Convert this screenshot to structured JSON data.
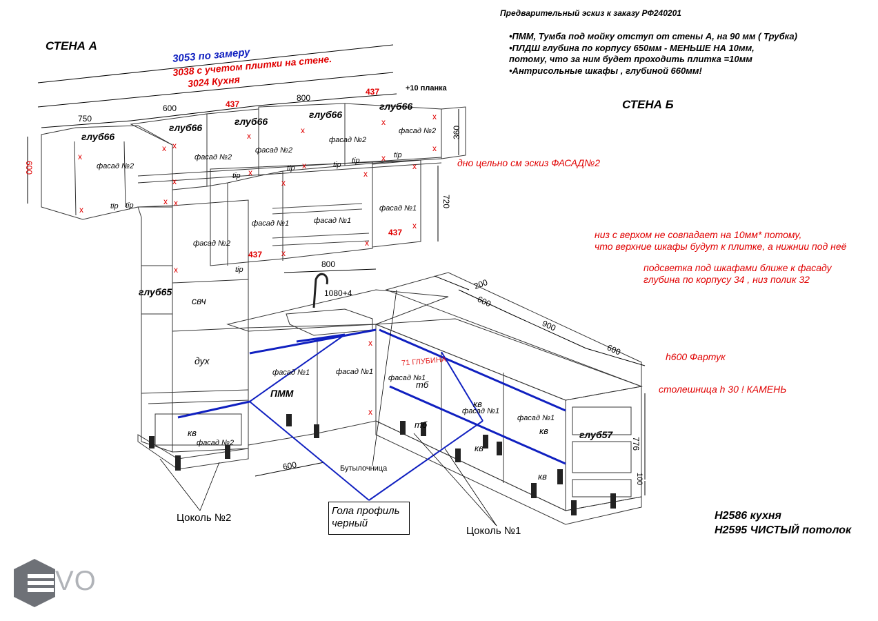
{
  "header": {
    "title": "Предварительный эскиз к заказу РФ240201",
    "notes": [
      "•ПММ, Тумба под мойку отступ от стены А, на 90 мм ( Трубка)",
      "•ПЛДШ глубина по корпусу 650мм - МЕНЬШЕ НА 10мм,",
      "потому, что за ним будет проходить плитка =10мм",
      "•Антрисольные шкафы , глубиной 660мм!"
    ]
  },
  "walls": {
    "a": "СТЕНА А",
    "b": "СТЕНА Б"
  },
  "dimensions_top": {
    "measured": "3053 по замеру",
    "with_tile": "3038 с учетом плитки на стене.",
    "kitchen": "3024 Кухня",
    "plank": "+10 планка",
    "w750": "750",
    "w600": "600",
    "w437a": "437",
    "w800": "800",
    "w437b": "437",
    "h360": "360",
    "h600": "600",
    "h720": "720",
    "w800b": "800",
    "w437c": "437",
    "w437d": "437"
  },
  "depth_labels": {
    "g66": "глуб66",
    "g65": "глуб65",
    "g57": "глуб57"
  },
  "facade": {
    "f1": "фасад №1",
    "f2": "фасад №2"
  },
  "misc_labels": {
    "tip": "tip",
    "x": "x",
    "svch": "свч",
    "dukh": "дух",
    "pmm": "ПММ",
    "kv": "кв",
    "tb": "тб",
    "bottle": "Бутылочница",
    "sink": "1080+4",
    "w600_floor": "600",
    "d200": "200",
    "d600a": "600",
    "d900": "900",
    "d600b": "600",
    "h776": "776",
    "h100": "100",
    "tall_red": "71 ГЛУБИНА"
  },
  "notes_right": {
    "bottom": "дно цельно см эскиз ФАСАД№2",
    "mismatch1": "низ с верхом не совпадает на 10мм* потому,",
    "mismatch2": "что верхние шкафы будут к плитке, а нижнии под неё",
    "light1": "подсветка под шкафами ближе к фасаду",
    "light2": "глубина по корпусу 34 , низ полик 32",
    "apron": "h600 Фартук",
    "counter": "столешница  h 30 !  КАМЕНЬ"
  },
  "plinth": {
    "p2": "Цоколь №2",
    "p1": "Цоколь №1"
  },
  "gola": {
    "line1": "Гола профиль",
    "line2": "черный"
  },
  "heights": {
    "kitchen": "H2586 кухня",
    "ceiling": "H2595 ЧИСТЫЙ потолок"
  },
  "logo": {
    "text": "VO"
  },
  "colors": {
    "red": "#e00000",
    "blue": "#1020c0",
    "line": "#333333",
    "logo": "#6e7177"
  }
}
